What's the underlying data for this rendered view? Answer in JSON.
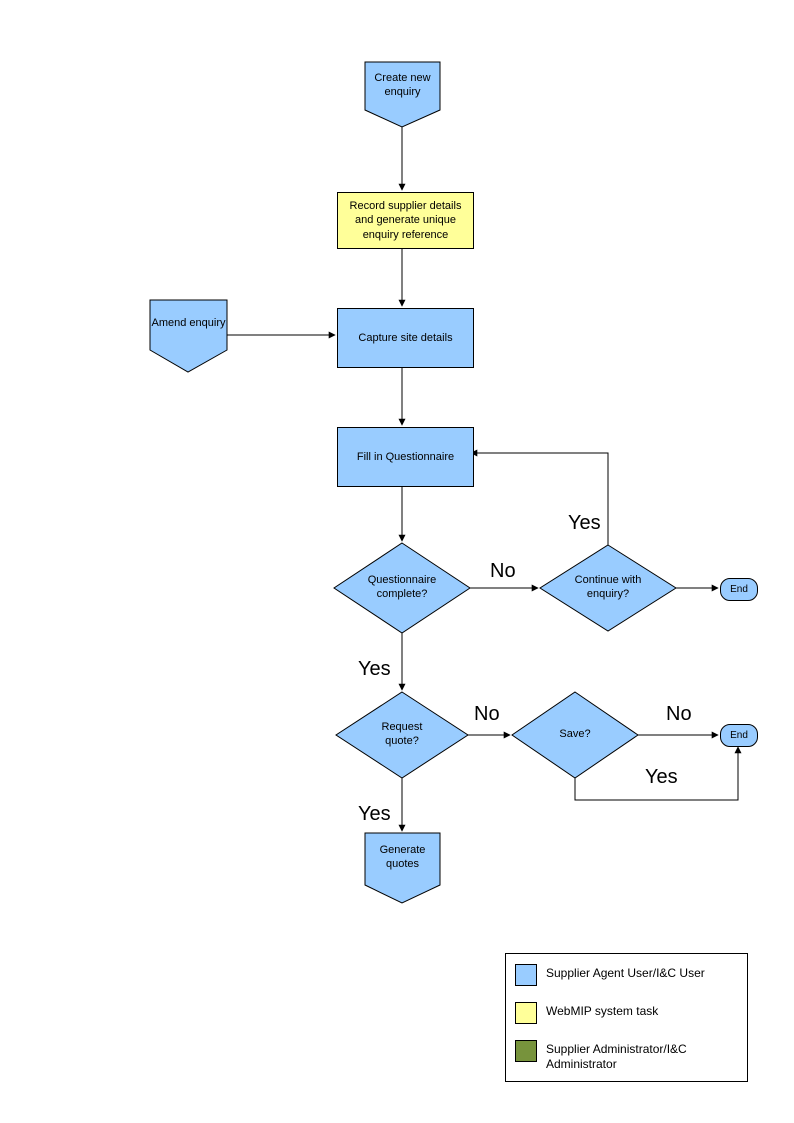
{
  "colors": {
    "node_blue": "#99CCFF",
    "task_yellow": "#FFFF99",
    "admin_green": "#77933C",
    "line_black": "#000000"
  },
  "nodes": {
    "create_new_enquiry": "Create new enquiry",
    "record_supplier_details": "Record supplier details and generate unique enquiry reference",
    "amend_enquiry": "Amend enquiry",
    "capture_site_details": "Capture site details",
    "fill_in_questionnaire": "Fill in Questionnaire",
    "questionnaire_complete": "Questionnaire complete?",
    "continue_with_enquiry": "Continue with enquiry?",
    "request_quote": "Request quote?",
    "save": "Save?",
    "generate_quotes": "Generate quotes",
    "end_top": "End",
    "end_bottom": "End"
  },
  "edge_labels": {
    "no_questionnaire": "No",
    "yes_continue": "Yes",
    "yes_questionnaire": "Yes",
    "no_request_quote": "No",
    "no_save": "No",
    "yes_save": "Yes",
    "yes_request_quote": "Yes"
  },
  "legend": {
    "items": [
      {
        "label": "Supplier Agent User/I&C User",
        "color": "#99CCFF"
      },
      {
        "label": "WebMIP system task",
        "color": "#FFFF99"
      },
      {
        "label": "Supplier Administrator/I&C Administrator",
        "color": "#77933C"
      }
    ]
  }
}
